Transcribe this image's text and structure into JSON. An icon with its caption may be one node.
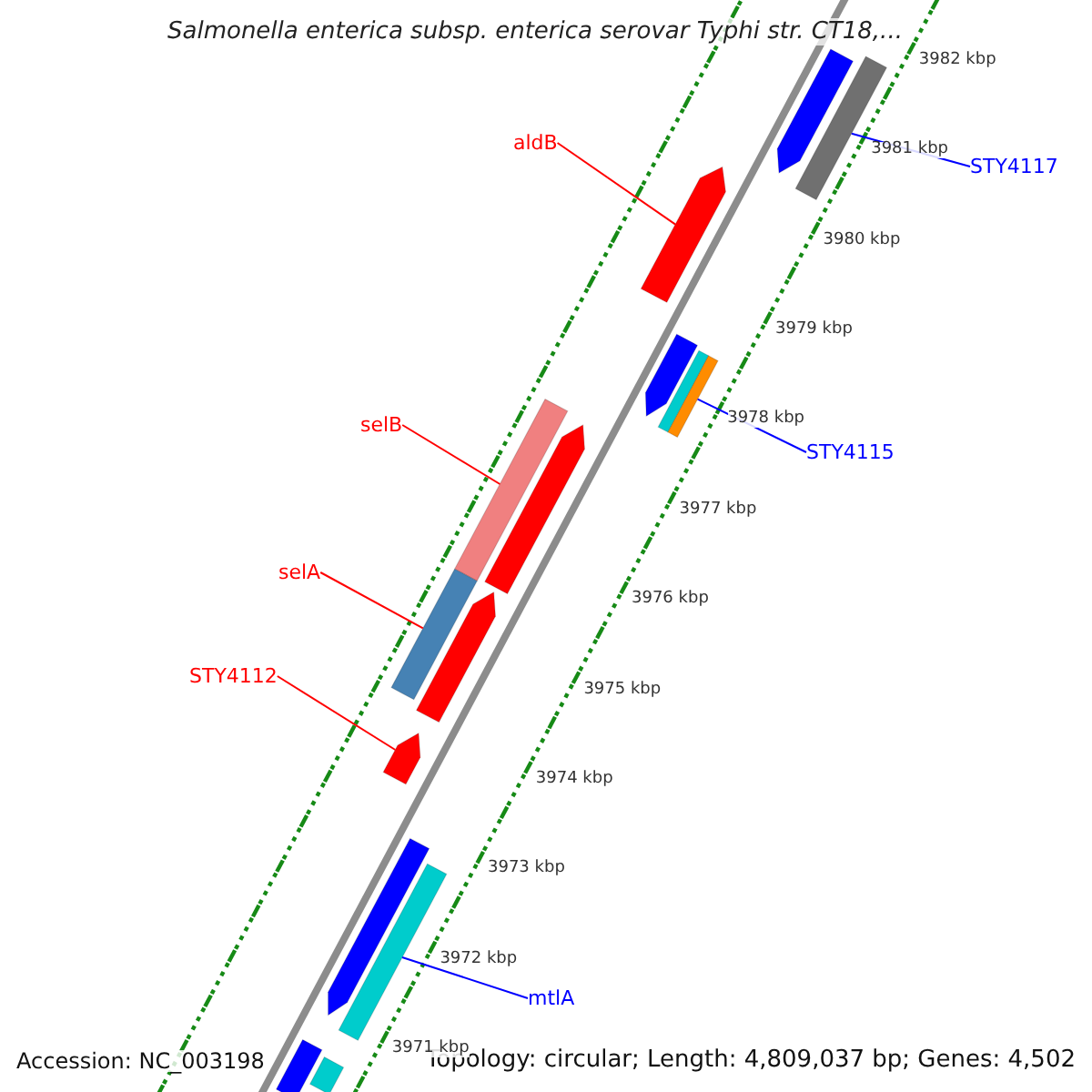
{
  "diagram": {
    "title": "Salmonella enterica subsp. enterica serovar Typhi str. CT18,...",
    "nodes": [
      {
        "text": [
          "aldB"
        ]
      },
      {
        "text": [],
        "shape": "arrow"
      },
      {
        "text": [
          "selB"
        ]
      },
      {
        "text": [],
        "shape": "bar"
      },
      {
        "text": [
          "selA"
        ]
      },
      {
        "text": [],
        "shape": "bar"
      },
      {
        "text": [
          "STY4112"
        ]
      },
      {
        "text": [],
        "shape": "arrow"
      },
      {
        "text": [
          "STY4117"
        ]
      },
      {
        "text": [],
        "shape": "bar"
      },
      {
        "text": [
          "STY4115"
        ]
      },
      {
        "text": [],
        "shape": "bar"
      },
      {
        "text": [
          "mtlA"
        ]
      },
      {
        "text": [],
        "shape": "bar"
      },
      {
        "text": [],
        "shape": "arrow"
      },
      {
        "text": [],
        "shape": "arrow"
      },
      {
        "text": [],
        "shape": "bar"
      },
      {
        "text": [],
        "shape": "arrow"
      },
      {
        "text": [],
        "shape": "arrow"
      },
      {
        "text": [],
        "shape": "arrow"
      },
      {
        "text": [],
        "shape": "bar"
      },
      {
        "text": [],
        "shape": "bar"
      }
    ],
    "edges": [
      {
        "from": 0,
        "to": 1,
        "arrow": "none"
      },
      {
        "from": 2,
        "to": 3,
        "arrow": "none"
      },
      {
        "from": 4,
        "to": 5,
        "arrow": "none"
      },
      {
        "from": 6,
        "to": 7,
        "arrow": "none"
      },
      {
        "from": 8,
        "to": 9,
        "arrow": "none",
        "color": "#0000ff"
      },
      {
        "from": 10,
        "to": 11,
        "arrow": "none",
        "color": "#0000ff"
      },
      {
        "from": 12,
        "to": 13,
        "arrow": "none",
        "color": "#0000ff"
      }
    ],
    "labels": [
      "3982 kbp",
      "3981 kbp",
      "3980 kbp",
      "3979 kbp",
      "3978 kbp",
      "3977 kbp",
      "3976 kbp",
      "3975 kbp",
      "3974 kbp",
      "3973 kbp",
      "3972 kbp",
      "3971 kbp",
      "Accession: NC_003198",
      "Topology: circular; Length: 4,809,037 bp; Genes: 4,502"
    ]
  }
}
